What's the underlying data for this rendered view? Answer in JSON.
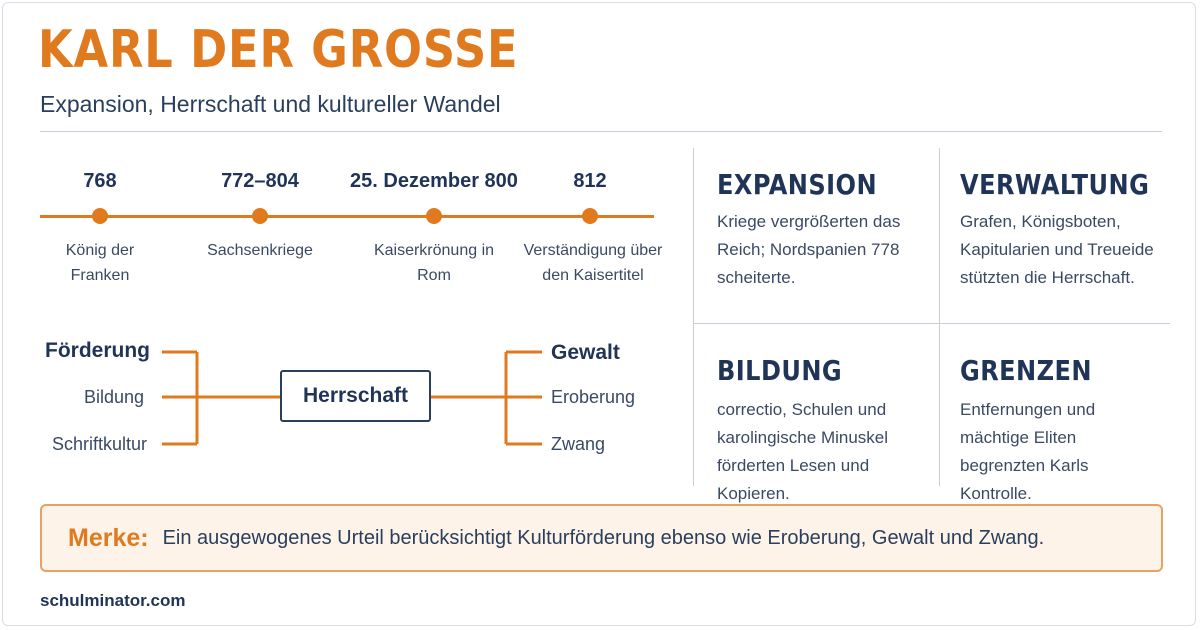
{
  "header": {
    "title": "KARL DER GROSSE",
    "subtitle": "Expansion, Herrschaft und kultureller Wandel"
  },
  "timeline": [
    {
      "year": "768",
      "label": "König der Franken"
    },
    {
      "year": "772–804",
      "label": "Sachsenkriege"
    },
    {
      "year": "25. Dezember 800",
      "label": "Kaiserkrönung in Rom"
    },
    {
      "year": "812",
      "label": "Verständigung über den Kaisertitel"
    }
  ],
  "diagram": {
    "center": "Herrschaft",
    "left": {
      "heading": "Förderung",
      "items": [
        "Bildung",
        "Schriftkultur"
      ]
    },
    "right": {
      "heading": "Gewalt",
      "items": [
        "Eroberung",
        "Zwang"
      ]
    }
  },
  "grid": [
    {
      "heading": "EXPANSION",
      "text": "Kriege vergrößerten das Reich; Nordspanien 778 scheiterte."
    },
    {
      "heading": "VERWALTUNG",
      "text": "Grafen, Königsboten, Kapitularien und Treueide stützten die Herrschaft."
    },
    {
      "heading": "BILDUNG",
      "text": "correctio, Schulen und karolingische Minuskel förderten Lesen und Kopieren."
    },
    {
      "heading": "GRENZEN",
      "text": "Entfernungen und mächtige Eliten begrenzten Karls Kontrolle."
    }
  ],
  "merke": {
    "label": "Merke:",
    "text": "Ein ausgewogenes Urteil berücksichtigt Kulturförderung ebenso wie Eroberung, Gewalt und Zwang."
  },
  "footer": {
    "site": "schulminator.com"
  },
  "colors": {
    "accent": "#e07a1f",
    "navy": "#1f3457",
    "rule": "#c9ceda",
    "merke_bg": "#fdf3e8"
  }
}
